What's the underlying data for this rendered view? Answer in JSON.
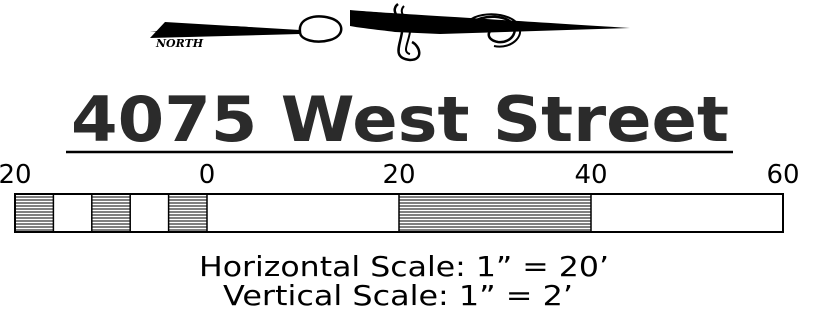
{
  "north_arrow": {
    "label": "NORTH",
    "icon": "north-arrow-icon"
  },
  "title": "4075 West Street",
  "scale_bar": {
    "ticks": [
      {
        "label": "20",
        "value": -20
      },
      {
        "label": "0",
        "value": 0
      },
      {
        "label": "20",
        "value": 20
      },
      {
        "label": "40",
        "value": 40
      },
      {
        "label": "60",
        "value": 60
      }
    ],
    "hatched_segments": [
      {
        "from": -20,
        "to": -16
      },
      {
        "from": -12,
        "to": -8
      },
      {
        "from": -4,
        "to": 0
      },
      {
        "from": 20,
        "to": 40
      }
    ],
    "units": "feet"
  },
  "notes": {
    "horizontal": "Horizontal Scale:  1”  =  20’",
    "vertical": "Vertical Scale:  1”  =  2’"
  },
  "colors": {
    "ink": "#000000",
    "title": "#2b2b2b",
    "background": "#ffffff"
  }
}
